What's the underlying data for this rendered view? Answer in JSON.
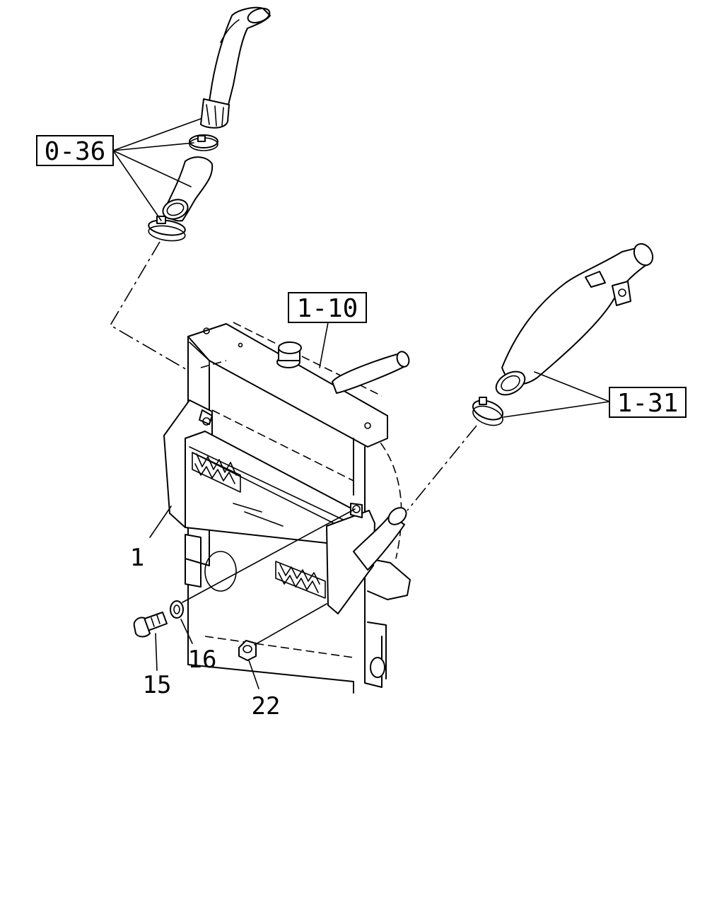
{
  "diagram": {
    "references": [
      {
        "id": "ref-0-36",
        "text": "0-36"
      },
      {
        "id": "ref-1-10",
        "text": "1-10"
      },
      {
        "id": "ref-1-31",
        "text": "1-31"
      }
    ],
    "parts": [
      {
        "id": "part-1",
        "text": "1"
      },
      {
        "id": "part-15",
        "text": "15"
      },
      {
        "id": "part-16",
        "text": "16"
      },
      {
        "id": "part-22",
        "text": "22"
      }
    ]
  }
}
